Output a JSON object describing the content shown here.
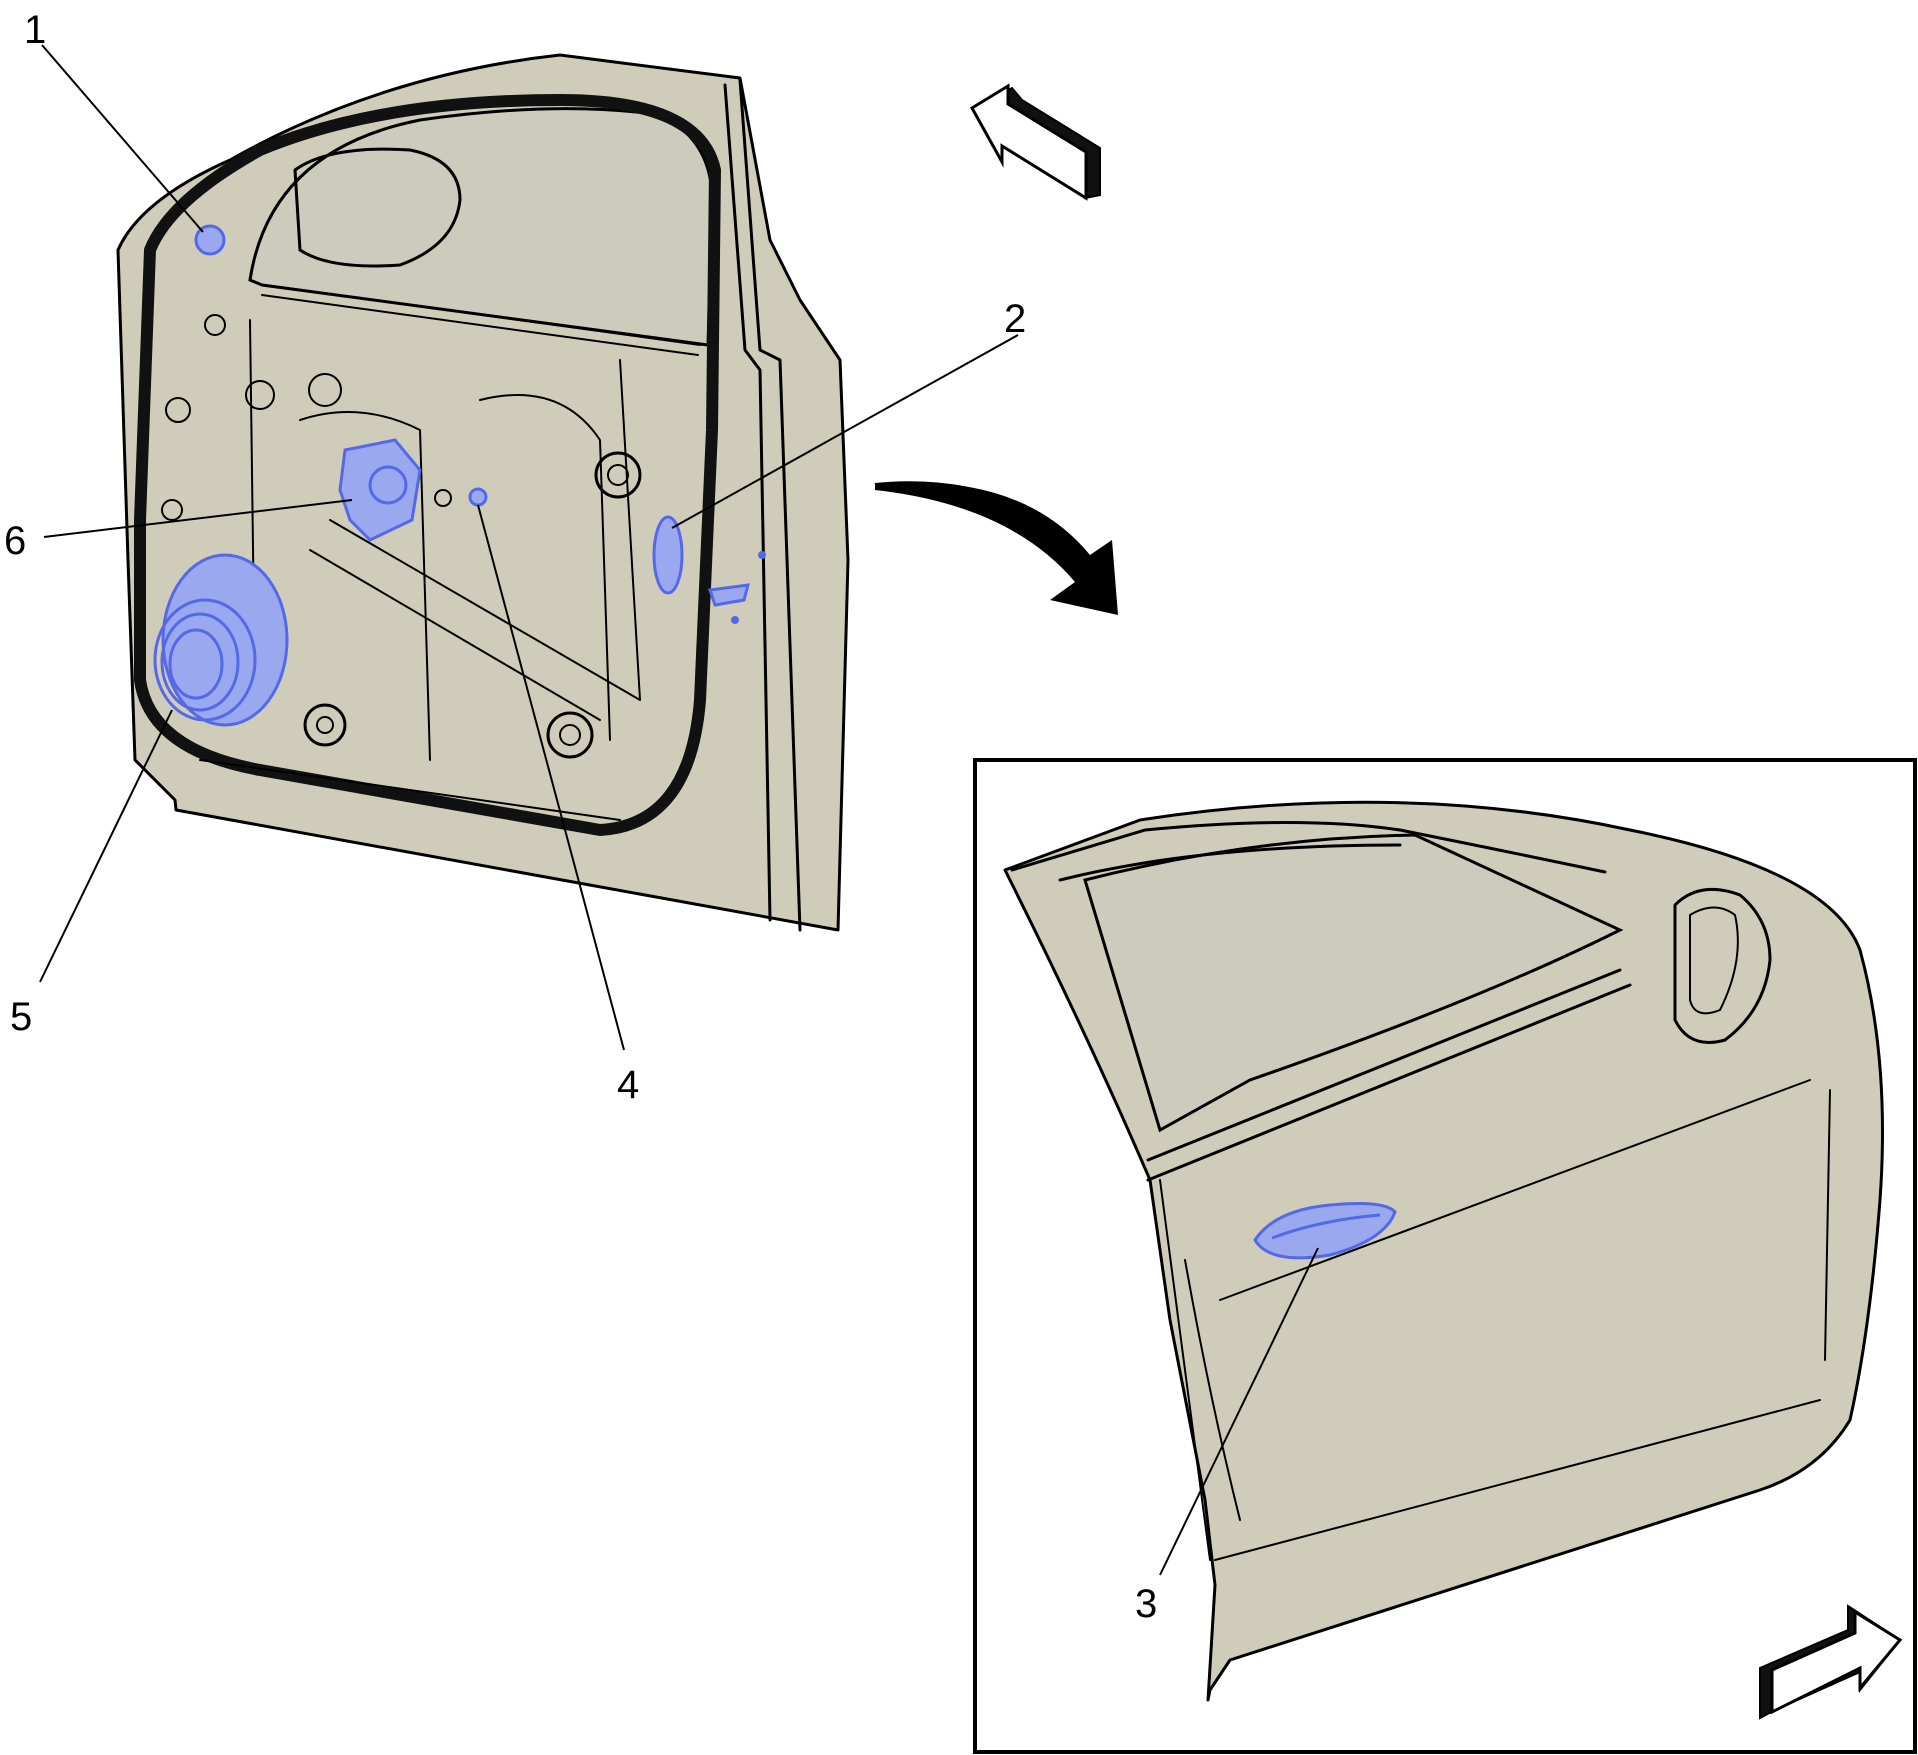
{
  "diagram": {
    "callouts": [
      {
        "id": "1",
        "label": "1"
      },
      {
        "id": "2",
        "label": "2"
      },
      {
        "id": "3",
        "label": "3"
      },
      {
        "id": "4",
        "label": "4"
      },
      {
        "id": "5",
        "label": "5"
      },
      {
        "id": "6",
        "label": "6"
      }
    ],
    "colors": {
      "panel": "#cfcdb9",
      "highlight": "#9aa8f0",
      "highlight_stroke": "#5468e8",
      "line": "#000000"
    },
    "icons": [
      "direction-arrow-icon",
      "transition-curved-arrow-icon",
      "direction-arrow-icon"
    ]
  }
}
